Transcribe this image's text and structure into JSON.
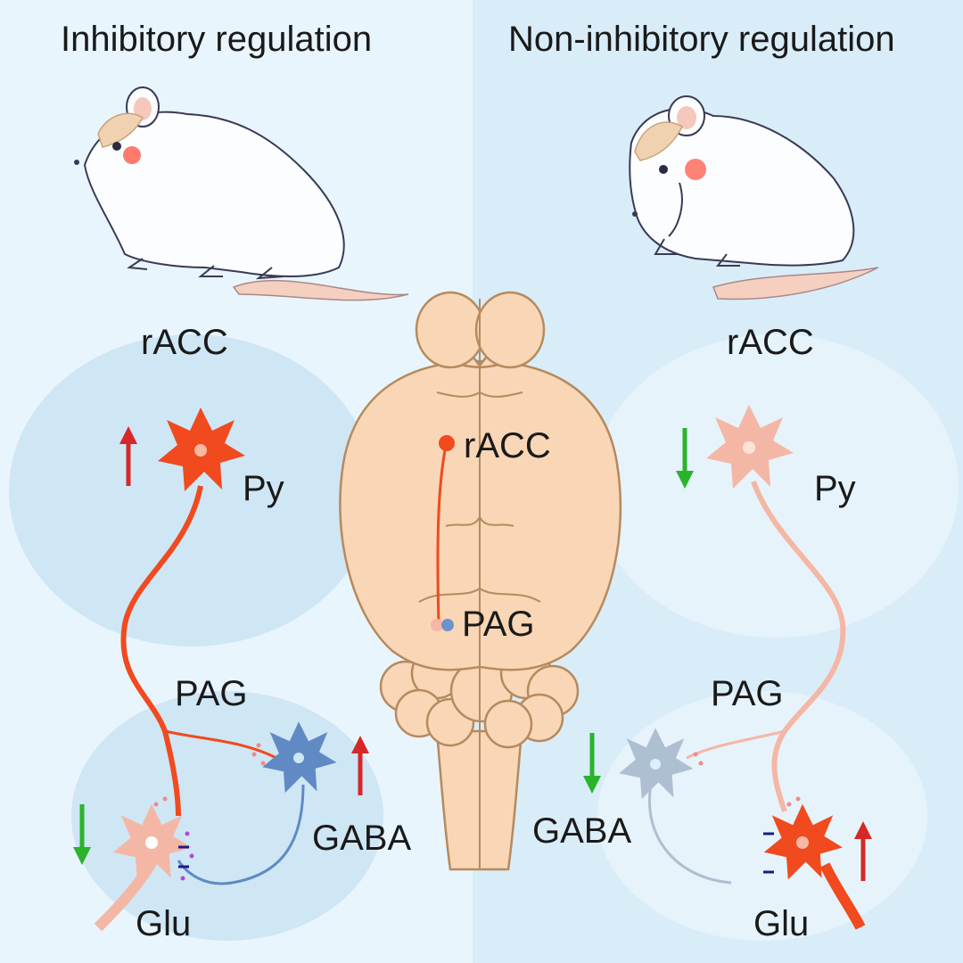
{
  "left_panel": {
    "title": "Inhibitory regulation",
    "region_top": "rACC",
    "region_bottom": "PAG",
    "neuron_py": "Py",
    "neuron_gaba": "GABA",
    "neuron_glu": "Glu",
    "py_trend": "up",
    "gaba_trend": "up",
    "glu_trend": "down"
  },
  "right_panel": {
    "title": "Non-inhibitory regulation",
    "region_top": "rACC",
    "region_bottom": "PAG",
    "neuron_py": "Py",
    "neuron_gaba": "GABA",
    "neuron_glu": "Glu",
    "py_trend": "down",
    "gaba_trend": "down",
    "glu_trend": "up"
  },
  "brain": {
    "label_top": "rACC",
    "label_bottom": "PAG"
  },
  "colors": {
    "left_bg": "#e9f5fd",
    "right_bg": "#d9edf8",
    "ellipse": "#cfe6f5",
    "py_active": "#f04a1e",
    "py_inactive": "#f4b7a6",
    "gaba_active": "#5f8ac4",
    "gaba_inactive": "#aebfd1",
    "glu_active": "#f04a1e",
    "glu_inactive": "#f4b7a6",
    "arrow_up": "#d62828",
    "arrow_down": "#2bb32b",
    "brain_fill": "#f9d6b6",
    "brain_stroke": "#b58a5e"
  }
}
